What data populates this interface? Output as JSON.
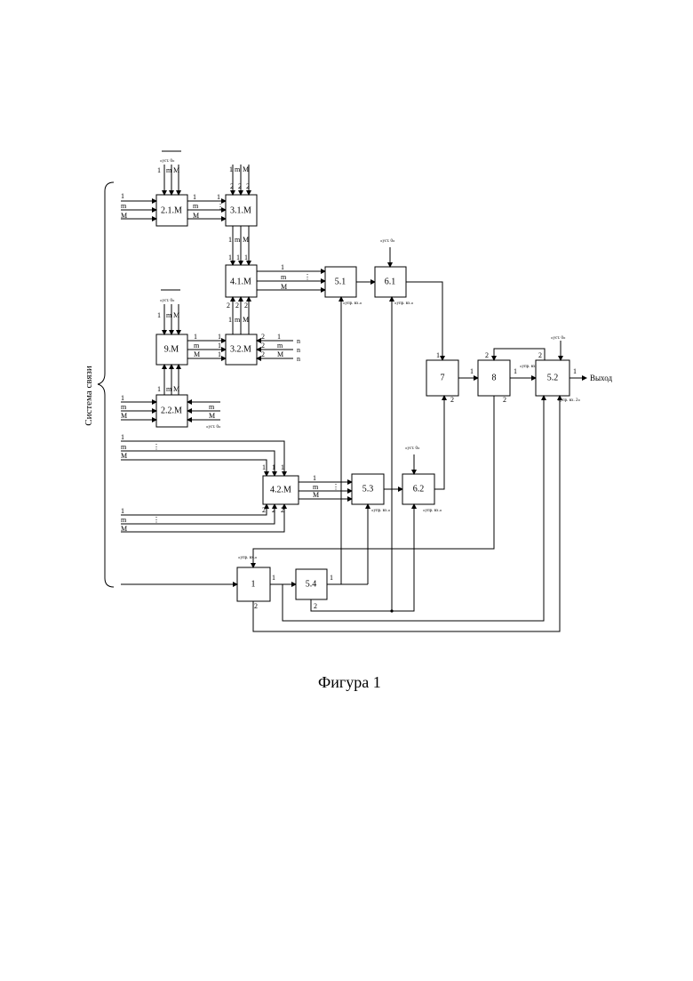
{
  "caption": "Фигура 1",
  "side_label": "Система связи",
  "output_label": "Выход",
  "blocks": {
    "b21": "2.1.M",
    "b31": "3.1.M",
    "b41": "4.1.M",
    "b51": "5.1",
    "b61": "6.1",
    "b9": "9.M",
    "b32": "3.2.M",
    "b22": "2.2.M",
    "b7": "7",
    "b8": "8",
    "b52": "5.2",
    "b42": "4.2.M",
    "b53": "5.3",
    "b62": "6.2",
    "b1": "1",
    "b54": "5.4"
  },
  "signals": {
    "ust0": "«уст. 0»",
    "upr_vh": "«упр. вх.»",
    "upr_vh1": "«упр. вх. 1»",
    "upr_vh2": "«упр. вх. 2»"
  },
  "ports": {
    "one": "1",
    "two": "2",
    "m": "m",
    "M": "M",
    "n": "n",
    "dots": "⋮"
  }
}
